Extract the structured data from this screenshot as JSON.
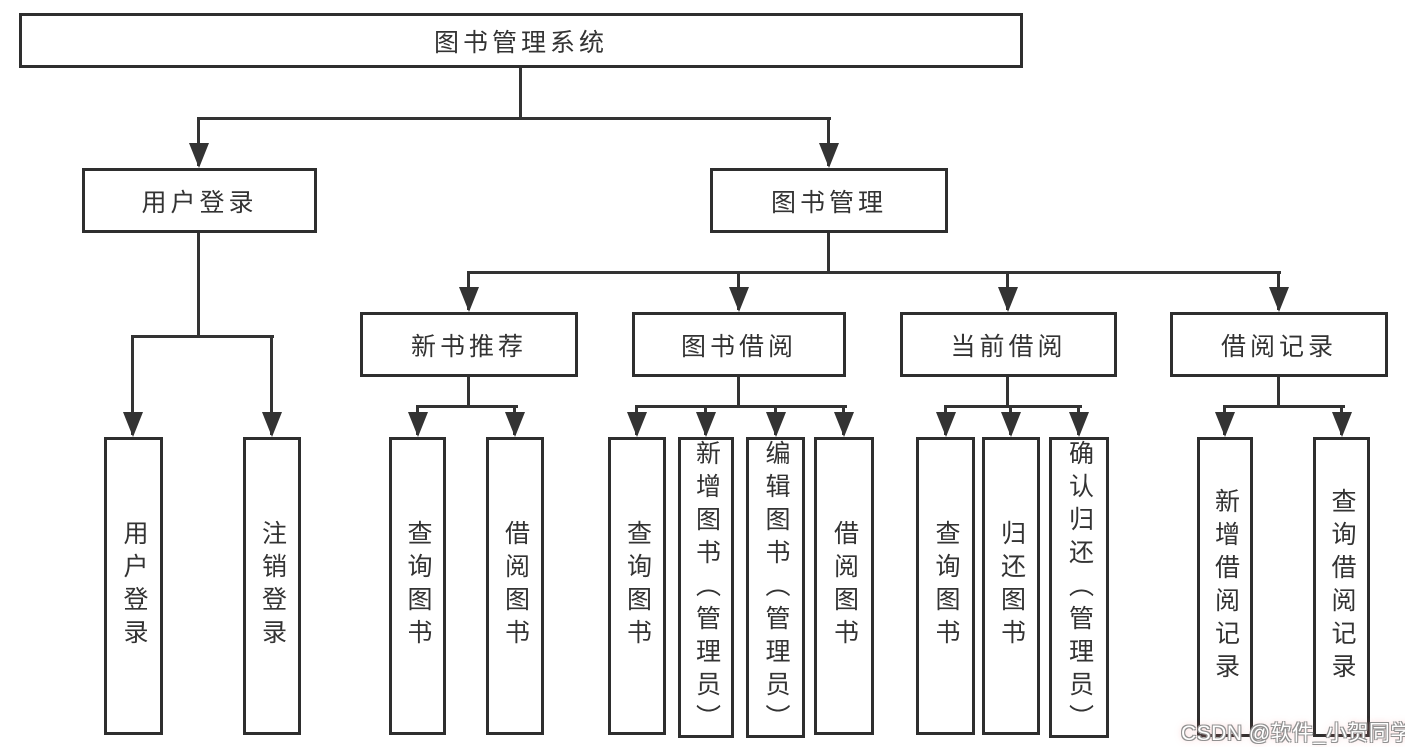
{
  "diagram": {
    "type": "tree",
    "title": "图书管理系统",
    "colors": {
      "background": "#ffffff",
      "box_border": "#2e2e2e",
      "connector_line": "#333333",
      "text": "#333333",
      "watermark_text": "#ffffff",
      "watermark_outline": "#909090",
      "watermark_glow": "#f88282"
    },
    "nodes": {
      "root": {
        "label": "图书管理系统"
      },
      "user_login": {
        "label": "用户登录"
      },
      "book_mgmt": {
        "label": "图书管理"
      },
      "new_book_rec": {
        "label": "新书推荐"
      },
      "book_borrow": {
        "label": "图书借阅"
      },
      "current_borrow": {
        "label": "当前借阅"
      },
      "borrow_record": {
        "label": "借阅记录"
      },
      "ul_user_login": {
        "label": "用户登录"
      },
      "ul_logout": {
        "label": "注销登录"
      },
      "nbr_query_book": {
        "label": "查询图书"
      },
      "nbr_borrow_book": {
        "label": "借阅图书"
      },
      "bb_query_book": {
        "label": "查询图书"
      },
      "bb_add_book": {
        "label": "新增图书（管理员）"
      },
      "bb_edit_book": {
        "label": "编辑图书（管理员）"
      },
      "bb_borrow_book": {
        "label": "借阅图书"
      },
      "cb_query_book": {
        "label": "查询图书"
      },
      "cb_return_book": {
        "label": "归还图书"
      },
      "cb_confirm_return": {
        "label": "确认归还（管理员）"
      },
      "br_add_record": {
        "label": "新增借阅记录"
      },
      "br_query_record": {
        "label": "查询借阅记录"
      }
    },
    "hierarchy": {
      "图书管理系统": {
        "用户登录": [
          "用户登录",
          "注销登录"
        ],
        "图书管理": {
          "新书推荐": [
            "查询图书",
            "借阅图书"
          ],
          "图书借阅": [
            "查询图书",
            "新增图书（管理员）",
            "编辑图书（管理员）",
            "借阅图书"
          ],
          "当前借阅": [
            "查询图书",
            "归还图书",
            "确认归还（管理员）"
          ],
          "借阅记录": [
            "新增借阅记录",
            "查询借阅记录"
          ]
        }
      }
    }
  },
  "watermark": {
    "text": "CSDN @软件_小贺同学"
  }
}
